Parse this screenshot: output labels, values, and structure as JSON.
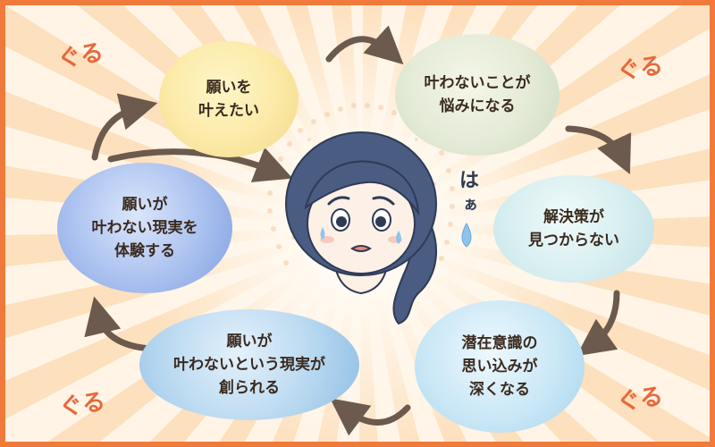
{
  "cycle_nodes": [
    {
      "id": "n1",
      "label": "願いを\n叶えたい"
    },
    {
      "id": "n2",
      "label": "叶わないことが\n悩みになる"
    },
    {
      "id": "n3",
      "label": "解決策が\n見つからない"
    },
    {
      "id": "n4",
      "label": "潜在意識の\n思い込みが\n深くなる"
    },
    {
      "id": "n5",
      "label": "願いが\n叶わないという現実が\n創られる"
    },
    {
      "id": "n6",
      "label": "願いが\n叶わない現実を\n体験する"
    }
  ],
  "guru_labels": [
    "ぐる",
    "ぐる",
    "ぐる",
    "ぐる"
  ],
  "sigh": {
    "line1": "は",
    "line2": "ぁ"
  },
  "colors": {
    "border": "#f07a3c",
    "arrow": "#6b5a4d",
    "guru": "#e8683a",
    "hair": "#4a5c82",
    "skin": "#fdf0e6",
    "tear": "#8fc4ea"
  },
  "icons": {
    "character": "worried-woman-icon",
    "tear": "teardrop-icon"
  }
}
